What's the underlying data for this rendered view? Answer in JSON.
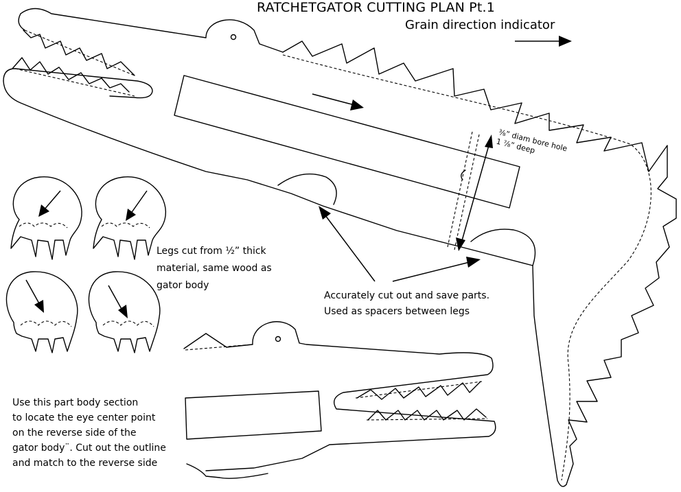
{
  "title": "RATCHETGATOR CUTTING PLAN  Pt.1",
  "grain_label": "Grain direction indicator",
  "bore_hole_note": "⅜” diam bore hole\n1 ⅞” deep",
  "legs_note": "Legs cut from ½” thick\nmaterial, same wood as\ngator body",
  "spacer_note": "Accurately cut out and save parts.\nUsed as spacers between legs",
  "part_note": "Use this part body section\nto locate the eye center point\non the reverse side of the\ngator body¨. Cut out the outline\nand match to the reverse side"
}
